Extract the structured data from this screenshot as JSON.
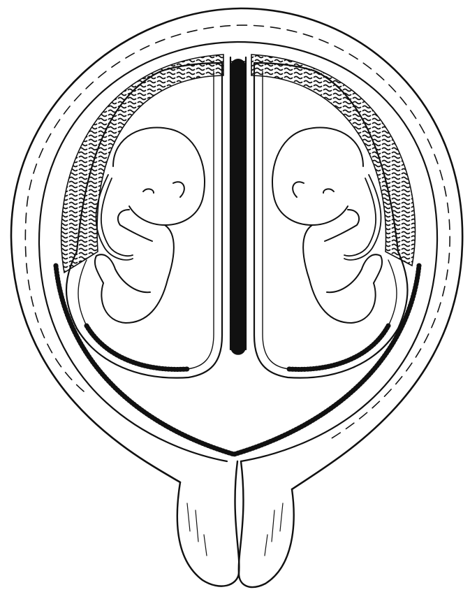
{
  "diagram": {
    "style": "black line art on white background",
    "colors": {
      "ink": "#111111",
      "paper": "#ffffff"
    },
    "components": [
      "uterus-wall",
      "placenta-left",
      "placenta-right",
      "amniotic-sac-left",
      "amniotic-sac-right",
      "dividing-membrane",
      "fetus-left",
      "fetus-right",
      "umbilical-cord-left",
      "umbilical-cord-right",
      "cervix"
    ]
  }
}
